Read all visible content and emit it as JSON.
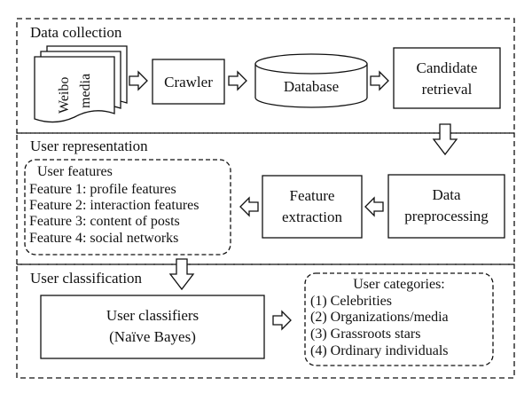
{
  "sections": {
    "collection": "Data collection",
    "representation": "User representation",
    "classification": "User classification"
  },
  "collection": {
    "source_line1": "Weibo",
    "source_line2": "media",
    "crawler": "Crawler",
    "database": "Database",
    "candidate_line1": "Candidate",
    "candidate_line2": "retrieval"
  },
  "representation": {
    "preprocessing_line1": "Data",
    "preprocessing_line2": "preprocessing",
    "extraction_line1": "Feature",
    "extraction_line2": "extraction",
    "features_title": "User features",
    "features": [
      "Feature 1: profile features",
      "Feature 2: interaction features",
      "Feature 3: content of posts",
      "Feature 4: social networks"
    ]
  },
  "classification": {
    "classifier_line1": "User classifiers",
    "classifier_line2": "(Naïve Bayes)",
    "categories_title": "User categories:",
    "categories": [
      "(1) Celebrities",
      "(2) Organizations/media",
      "(3) Grassroots stars",
      "(4) Ordinary individuals"
    ]
  },
  "colors": {
    "stroke": "#111111",
    "background": "#ffffff"
  },
  "icons": {
    "arrow": "hollow-block-arrow",
    "document": "stacked-document-icon",
    "database": "cylinder-icon"
  }
}
